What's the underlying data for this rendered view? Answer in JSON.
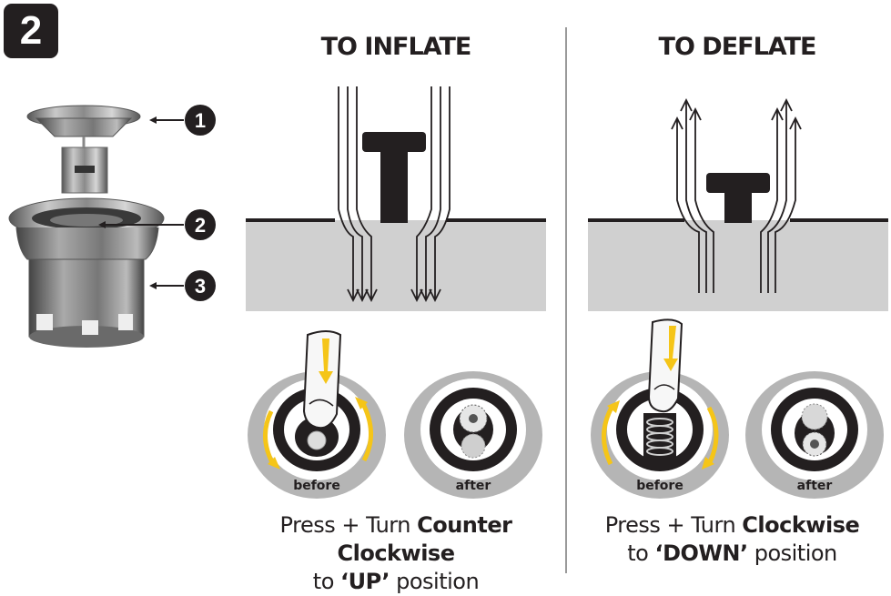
{
  "step_number": "2",
  "parts": [
    {
      "number": "1"
    },
    {
      "number": "2"
    },
    {
      "number": "3"
    }
  ],
  "inflate": {
    "heading": "TO INFLATE",
    "before_label": "before",
    "after_label": "after",
    "caption_line1_prefix": "Press + Turn ",
    "caption_line1_bold": "Counter Clockwise",
    "caption_line2_prefix": "to ",
    "caption_line2_bold": "‘UP’",
    "caption_line2_suffix": " position"
  },
  "deflate": {
    "heading": "TO DEFLATE",
    "before_label": "before",
    "after_label": "after",
    "caption_line1_prefix": "Press + Turn ",
    "caption_line1_bold": "Clockwise",
    "caption_line2_prefix": "to ",
    "caption_line2_bold": "‘DOWN’",
    "caption_line2_suffix": " position"
  },
  "colors": {
    "dark": "#231f20",
    "surface_gray": "#d0d0d0",
    "ring_gray": "#b5b5b5",
    "arrow_yellow": "#f5c518",
    "divider": "#9a9a9a"
  },
  "icons": [
    "valve-photo",
    "airflow-arrows-icon",
    "finger-press-icon",
    "rotate-arrows-icon",
    "spring-icon"
  ]
}
